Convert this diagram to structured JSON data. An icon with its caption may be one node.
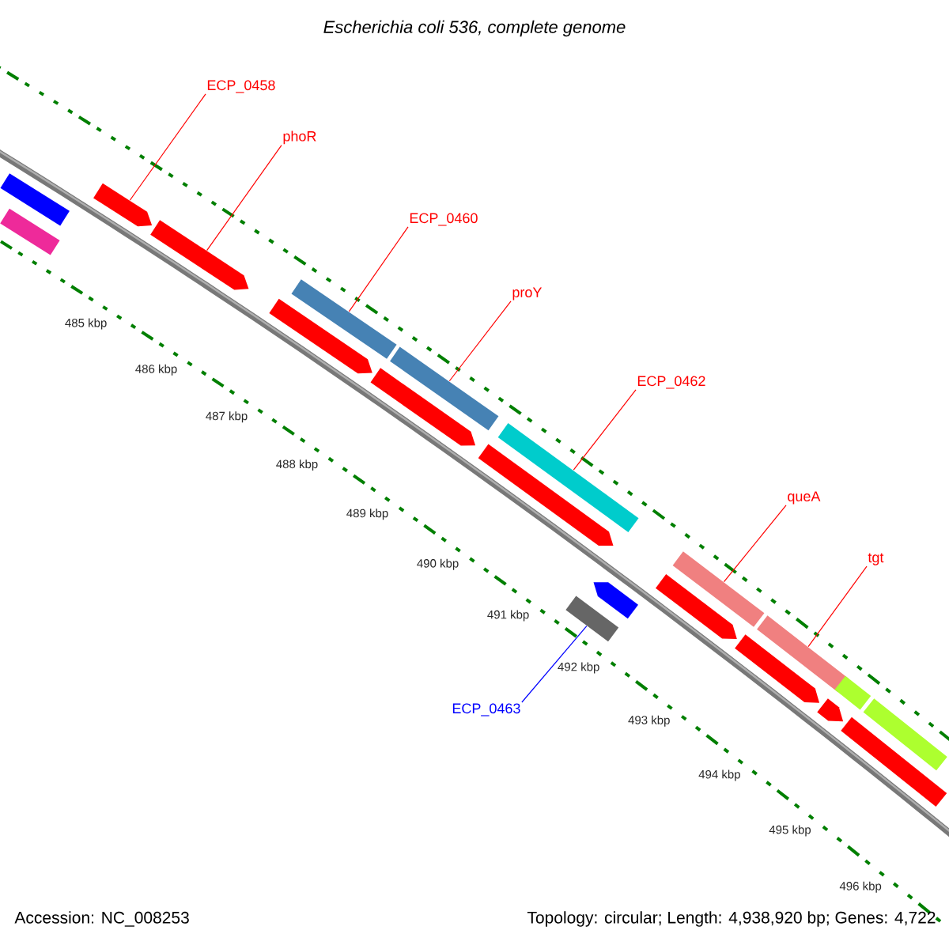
{
  "diagram": {
    "title": "Escherichia coli 536, complete genome",
    "nodes": [
      {
        "text": [
          "ECP_0458"
        ]
      },
      {
        "text": [
          "phoR"
        ]
      },
      {
        "text": [
          "ECP_0460"
        ]
      },
      {
        "text": [
          "proY"
        ]
      },
      {
        "text": [
          "ECP_0462"
        ]
      },
      {
        "text": [
          "queA"
        ]
      },
      {
        "text": [
          "tgt"
        ]
      },
      {
        "text": [
          "ECP_0463"
        ]
      },
      {
        "text": [],
        "shape": "bar"
      },
      {
        "text": [],
        "shape": "bar"
      },
      {
        "text": [],
        "shape": "bar"
      },
      {
        "text": [],
        "shape": "bar"
      },
      {
        "text": [],
        "shape": "bar"
      },
      {
        "text": [],
        "shape": "bar"
      },
      {
        "text": [],
        "shape": "bar"
      },
      {
        "text": [],
        "shape": "bar"
      },
      {
        "text": [],
        "shape": "bar"
      },
      {
        "text": [],
        "shape": "bar"
      },
      {
        "text": [],
        "shape": "bar"
      },
      {
        "text": [],
        "shape": "bar"
      },
      {
        "text": [],
        "shape": "bar"
      },
      {
        "text": [],
        "shape": "bar"
      },
      {
        "text": [],
        "shape": "bar"
      },
      {
        "text": [],
        "shape": "bar"
      },
      {
        "text": [],
        "shape": "bar"
      },
      {
        "text": [],
        "shape": "bar"
      },
      {
        "text": [],
        "shape": "bar"
      },
      {
        "text": [],
        "shape": "bar"
      }
    ],
    "edges": [
      {
        "from": 0,
        "to": 8,
        "arrow": "none"
      },
      {
        "from": 1,
        "to": 9,
        "arrow": "none"
      },
      {
        "from": 2,
        "to": 10,
        "arrow": "none"
      },
      {
        "from": 3,
        "to": 11,
        "arrow": "none"
      },
      {
        "from": 4,
        "to": 12,
        "arrow": "none"
      },
      {
        "from": 5,
        "to": 13,
        "arrow": "none"
      },
      {
        "from": 6,
        "to": 14,
        "arrow": "none"
      },
      {
        "from": 7,
        "to": 15,
        "arrow": "none",
        "color": "#0000ff"
      }
    ],
    "labels": [
      "485 kbp",
      "486 kbp",
      "487 kbp",
      "488 kbp",
      "489 kbp",
      "490 kbp",
      "491 kbp",
      "492 kbp",
      "493 kbp",
      "494 kbp",
      "495 kbp",
      "496 kbp",
      "Accession: NC_008253",
      "Topology: circular; Length: 4,938,920 bp; Genes: 4,722"
    ]
  }
}
